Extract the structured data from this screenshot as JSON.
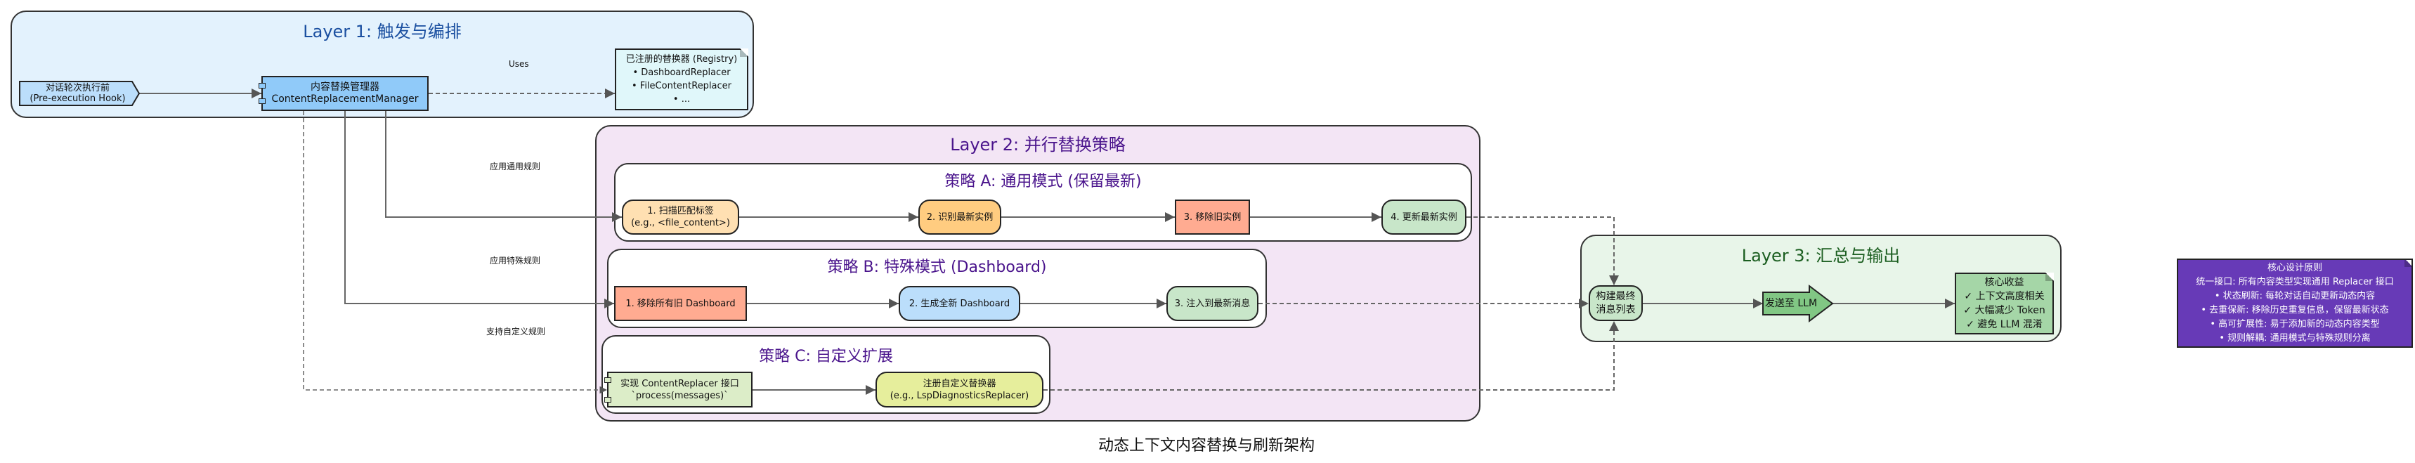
{
  "footer_title": "动态上下文内容替换与刷新架构",
  "colors": {
    "layer1_bg": "#E3F2FD",
    "layer1_title": "#1A4FA0",
    "layer2_bg": "#F3E5F5",
    "layer2_title": "#4A148C",
    "layer3_bg": "#E8F5E9",
    "layer3_title": "#1B5E20",
    "principles_bg": "#673AB7"
  },
  "layer1": {
    "title": "Layer 1: 触发与编排",
    "hook": [
      "对话轮次执行前",
      "(Pre-execution Hook)"
    ],
    "manager": [
      "内容替换管理器",
      "ContentReplacementManager"
    ],
    "registry": [
      "已注册的替换器 (Registry)",
      "• DashboardReplacer",
      "• FileContentReplacer",
      "• ..."
    ],
    "uses_label": "Uses"
  },
  "edge_labels": {
    "general": "应用通用规则",
    "special": "应用特殊规则",
    "custom": "支持自定义规则"
  },
  "layer2": {
    "title": "Layer 2: 并行替换策略",
    "strategy_a": {
      "title": "策略 A: 通用模式 (保留最新)",
      "steps": [
        [
          "1. 扫描匹配标签",
          "(e.g., <file_content>)"
        ],
        [
          "2. 识别最新实例"
        ],
        [
          "3. 移除旧实例"
        ],
        [
          "4. 更新最新实例"
        ]
      ]
    },
    "strategy_b": {
      "title": "策略 B: 特殊模式 (Dashboard)",
      "steps": [
        [
          "1. 移除所有旧 Dashboard"
        ],
        [
          "2. 生成全新 Dashboard"
        ],
        [
          "3. 注入到最新消息"
        ]
      ]
    },
    "strategy_c": {
      "title": "策略 C: 自定义扩展",
      "steps": [
        [
          "实现 ContentReplacer 接口",
          "`process(messages)`"
        ],
        [
          "注册自定义替换器",
          "(e.g., LspDiagnosticsReplacer)"
        ]
      ]
    }
  },
  "layer3": {
    "title": "Layer 3: 汇总与输出",
    "build": [
      "构建最终",
      "消息列表"
    ],
    "send": "发送至 LLM",
    "benefits": [
      "核心收益",
      "✓ 上下文高度相关",
      "✓ 大幅减少 Token",
      "✓ 避免 LLM 混淆"
    ]
  },
  "principles": [
    "核心设计原则",
    "统一接口: 所有内容类型实现通用 Replacer 接口",
    "• 状态刷新: 每轮对话自动更新动态内容",
    "• 去重保新: 移除历史重复信息，保留最新状态",
    "• 高可扩展性: 易于添加新的动态内容类型",
    "• 规则解耦: 通用模式与特殊规则分离"
  ]
}
